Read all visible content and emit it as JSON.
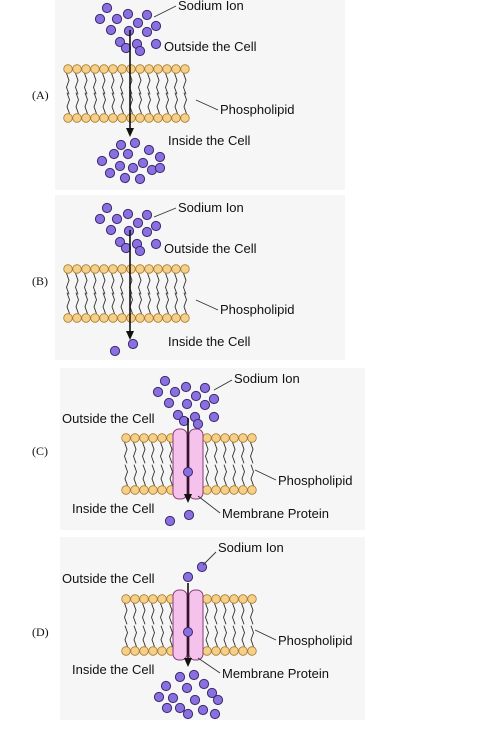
{
  "colors": {
    "ion": "#8a6fe0",
    "lipid_head": "#f5d08a",
    "lipid_tail": "#333333",
    "protein": "#f4c2ea",
    "panel_bg": "#f6f6f6"
  },
  "panels": [
    {
      "id": "A",
      "label": "(A)",
      "ion_label": "Sodium Ion",
      "outside_label": "Outside the Cell",
      "membrane_label": "Phospholipid",
      "inside_label": "Inside the Cell",
      "has_protein": false,
      "ions_outside_count": 15,
      "ions_inside_count": 15
    },
    {
      "id": "B",
      "label": "(B)",
      "ion_label": "Sodium Ion",
      "outside_label": "Outside the Cell",
      "membrane_label": "Phospholipid",
      "inside_label": "Inside the Cell",
      "has_protein": false,
      "ions_outside_count": 15,
      "ions_inside_count": 2
    },
    {
      "id": "C",
      "label": "(C)",
      "ion_label": "Sodium Ion",
      "outside_label": "Outside the Cell",
      "membrane_label": "Phospholipid",
      "inside_label": "Inside the Cell",
      "protein_label": "Membrane Protein",
      "has_protein": true,
      "ions_outside_count": 15,
      "ions_inside_count": 2
    },
    {
      "id": "D",
      "label": "(D)",
      "ion_label": "Sodium Ion",
      "outside_label": "Outside the Cell",
      "membrane_label": "Phospholipid",
      "inside_label": "Inside the Cell",
      "protein_label": "Membrane Protein",
      "has_protein": true,
      "ions_outside_count": 2,
      "ions_inside_count": 15
    }
  ]
}
